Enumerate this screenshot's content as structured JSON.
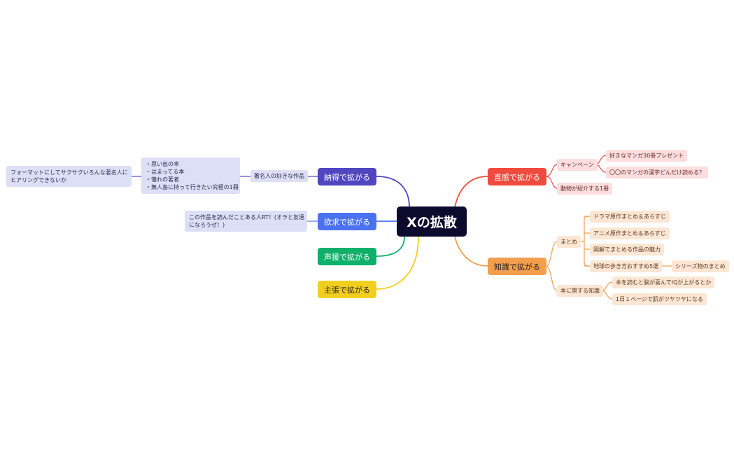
{
  "center": {
    "label": "Xの拡散"
  },
  "colors": {
    "center_bg": "#0b0b2e",
    "nattoku": "#5046c0",
    "yokkyu": "#4a72f0",
    "seien": "#10b06a",
    "shucho": "#f2cf1f",
    "chokkan": "#f04b3e",
    "chishiki": "#f29e4c"
  },
  "left": {
    "nattoku": {
      "label": "納得で拡がる",
      "child": "著名人の好きな作品",
      "list": [
        "・思い出の本",
        "・はまってる本",
        "・憧れの著者",
        "・無人島に持って行きたい究極の1冊"
      ],
      "note": [
        "フォーマットにしてサクサクいろんな著名人に",
        "ヒアリングできないか"
      ]
    },
    "yokkyu": {
      "label": "欲求で拡がる",
      "note": [
        "この作品を読んだことある人RT！(オラと友達",
        "になろうぜ！)"
      ]
    },
    "seien": {
      "label": "声援で拡がる"
    },
    "shucho": {
      "label": "主張で拡がる"
    }
  },
  "right": {
    "chokkan": {
      "label": "直感で拡がる",
      "campaign": "キャンペーン",
      "campaign_items": [
        "好きなマンガ30冊プレゼント",
        "〇〇のマンガの漢字どんだけ読める？"
      ],
      "animal": "動物が紹介する1冊"
    },
    "chishiki": {
      "label": "知識で拡がる",
      "matome": "まとめ",
      "matome_items": [
        "ドラマ原作まとめ＆あらすじ",
        "アニメ原作まとめ＆あらすじ",
        "図解でまとめる作品の魅力",
        "地球の歩き方おすすめ5選"
      ],
      "series": "シリーズ物のまとめ",
      "knowledge": "本に関する知識",
      "knowledge_items": [
        "本を読むと脳が喜んでIQが上がるとか",
        "1日１ページで肌がツヤツヤになる"
      ]
    }
  }
}
